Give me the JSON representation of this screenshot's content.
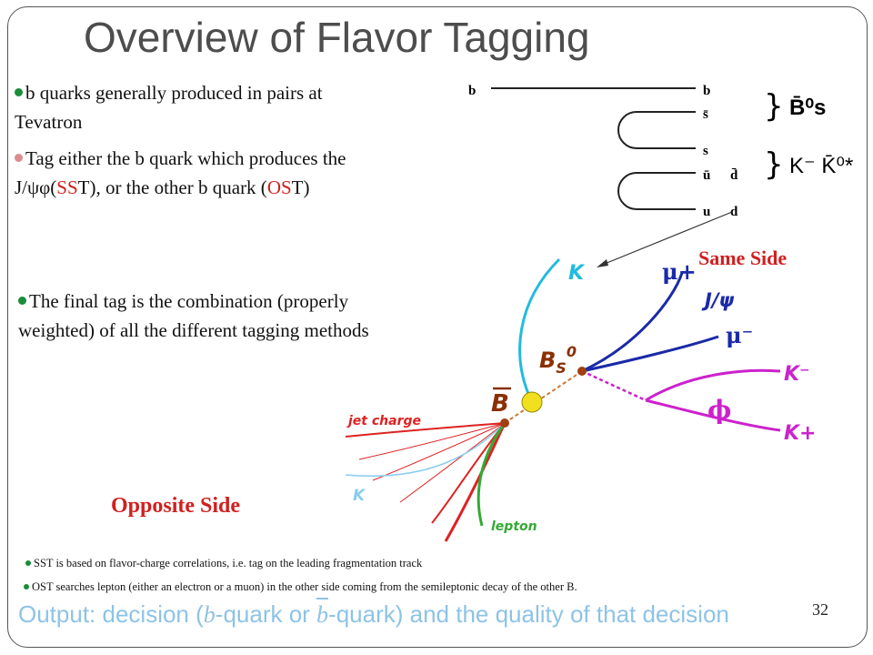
{
  "slide": {
    "title": "Overview of Flavor Tagging",
    "page_number": "32",
    "bullets": {
      "b1_line1": "b quarks generally produced in pairs at",
      "b1_line2": "Tevatron",
      "b2_line1": "Tag either the b quark which  produces the",
      "b2_prefix": "J/ψφ(",
      "b2_sst": "SS",
      "b2_mid": "T), or the other b quark (",
      "b2_ost": "OS",
      "b2_suffix": "T)",
      "b3_line1": "The final tag is the combination (properly",
      "b3_line2": "weighted) of all the different tagging methods"
    },
    "notes": {
      "sst": "SST is based on flavor-charge correlations, i.e. tag on the leading fragmentation track",
      "ost": "OST searches lepton (either an electron or a muon) in the other side coming from the semileptonic decay of the other B."
    },
    "output": {
      "p1": "Output: decision (",
      "b1": "b",
      "p2": "-quark or ",
      "b2": "b",
      "p3": "-quark) and the quality of that decision"
    },
    "colors": {
      "title": "#4d4d4d",
      "highlight": "#d02020",
      "output": "#8ec3e6",
      "kaon_track": "#22bbdd",
      "muon_track": "#1a2aa8",
      "phi_track": "#cc22cc",
      "lepton_track": "#33aa33",
      "jet_track": "#dd2222"
    }
  },
  "quark_diagram": {
    "b_left": "b",
    "labels_right": [
      "b",
      "s̄",
      "s",
      "ū",
      "d̄",
      "u",
      "d"
    ],
    "meson1": "B̄⁰s",
    "meson2": "K⁻ K̄⁰*"
  },
  "event_diagram": {
    "same_side": "Same Side",
    "opposite_side": "Opposite Side",
    "k_same": "K",
    "mu_plus": "μ+",
    "jpsi": "J/ψ",
    "mu_minus": "μ⁻",
    "bs0": "B",
    "bs0_sub": "S",
    "bs0_sup": "0",
    "bbar": "B",
    "k_minus": "K⁻",
    "phi": "ϕ",
    "k_plus": "K+",
    "jet_charge": "jet charge",
    "k_opp": "K",
    "lepton": "lepton"
  }
}
